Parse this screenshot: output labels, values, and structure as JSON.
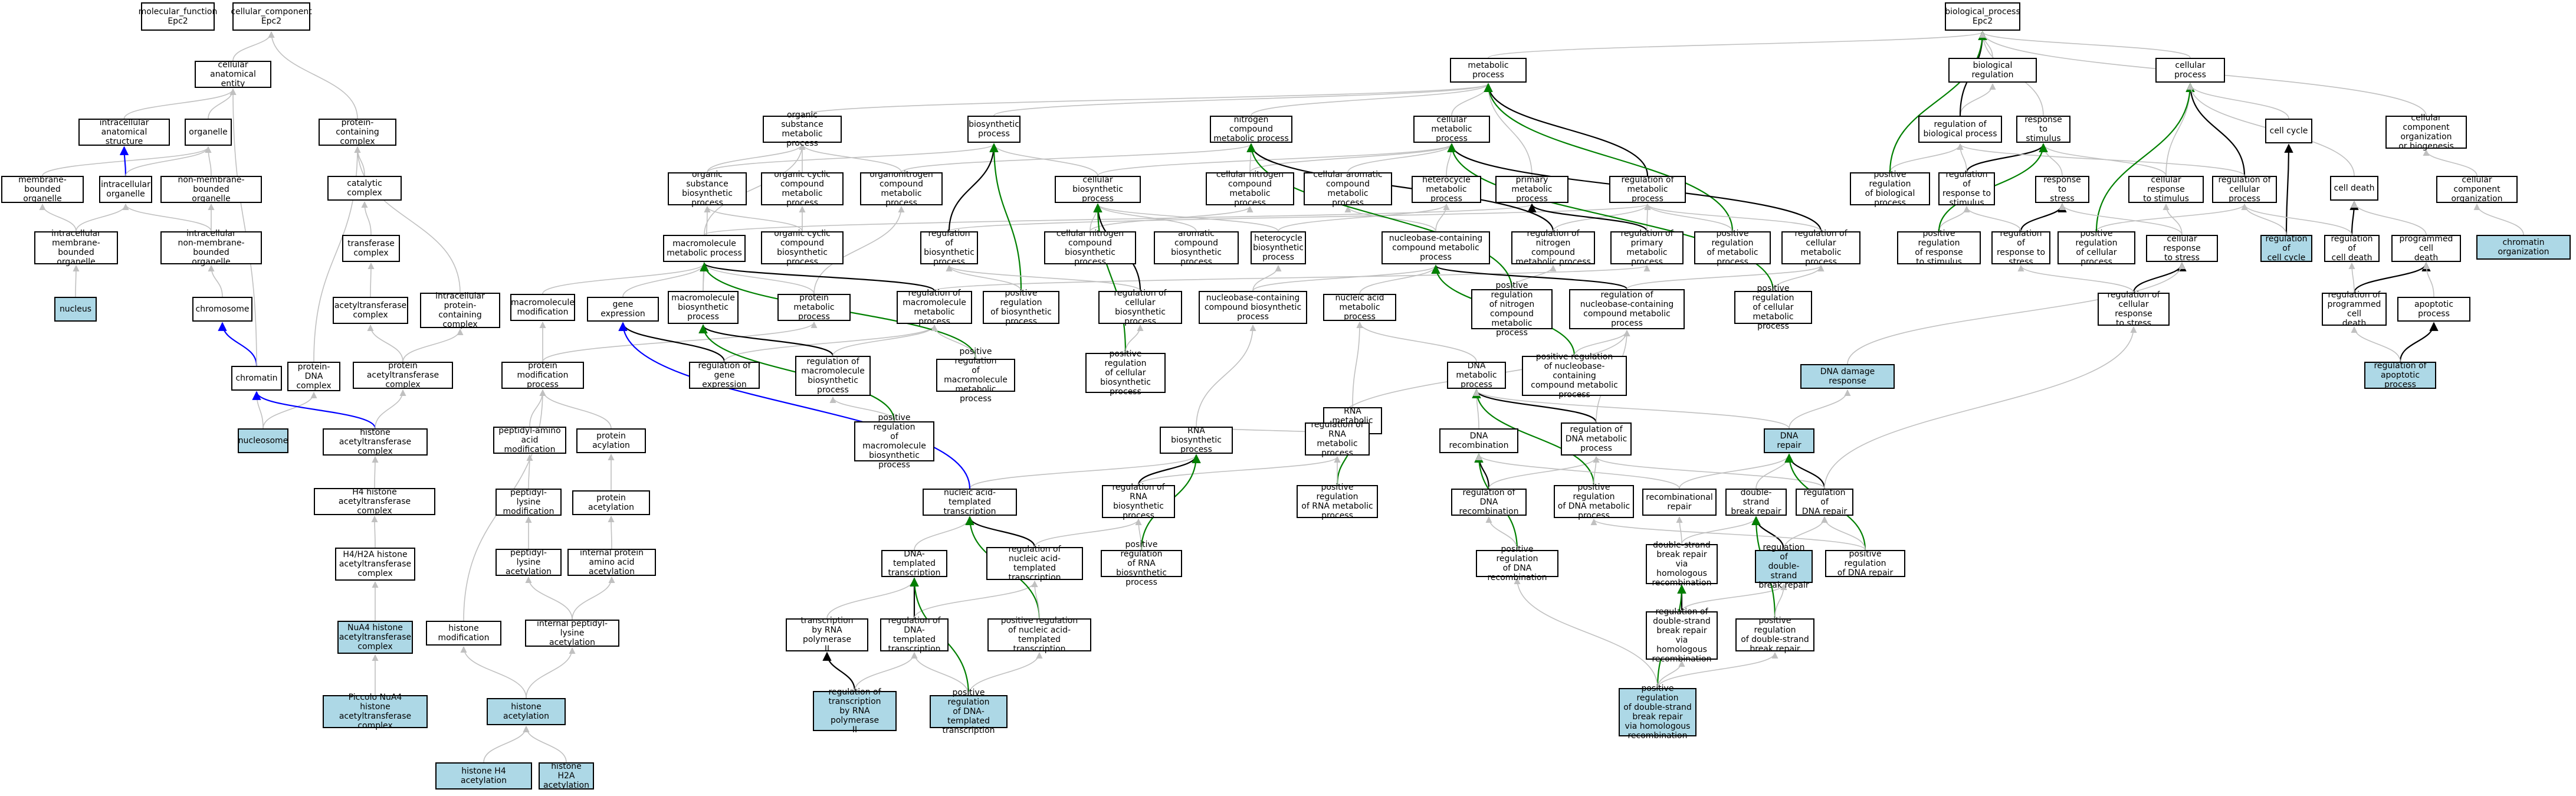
{
  "colors": {
    "highlight": "#add8e6",
    "edge_gray": "#c0c0c0",
    "edge_black": "#000000",
    "edge_blue": "#0000ff",
    "edge_green": "#008000"
  },
  "nodes": {
    "mf": "molecular_function\nEpc2",
    "cc": "cellular_component\nEpc2",
    "bp": "biological_process\nEpc2",
    "cae": "cellular anatomical\nentity",
    "iasx": "intracellular\nanatomical structure",
    "org": "organelle",
    "mbo": "membrane-bounded\norganelle",
    "io": "intracellular\norganelle",
    "nmbo": "non-membrane-bounded\norganelle",
    "imbo": "intracellular\nmembrane-bounded\norganelle",
    "inmbo": "intracellular\nnon-membrane-bounded\norganelle",
    "nucleus": "nucleus",
    "chromosome": "chromosome",
    "chromatin": "chromatin",
    "nucleosome": "nucleosome",
    "pcc": "protein-containing\ncomplex",
    "catc": "catalytic complex",
    "trc": "transferase\ncomplex",
    "actc": "acetyltransferase\ncomplex",
    "ipcc": "intracellular\nprotein-containing\ncomplex",
    "pdna": "protein-DNA\ncomplex",
    "patc": "protein acetyltransferase\ncomplex",
    "hatc": "histone acetyltransferase\ncomplex",
    "h4hatc": "H4 histone acetyltransferase\ncomplex",
    "h4h2a": "H4/H2A histone\nacetyltransferase\ncomplex",
    "nua4": "NuA4 histone\nacetyltransferase\ncomplex",
    "piccolo": "Piccolo NuA4\nhistone acetyltransferase\ncomplex",
    "metab": "metabolic process",
    "osmp": "organic substance\nmetabolic process",
    "biosyn": "biosynthetic\nprocess",
    "ncmp": "nitrogen compound\nmetabolic process",
    "cmp": "cellular metabolic\nprocess",
    "osbp": "organic substance\nbiosynthetic\nprocess",
    "occmp": "organic cyclic\ncompound metabolic\nprocess",
    "onmp": "organonitrogen\ncompound metabolic\nprocess",
    "cbp": "cellular biosynthetic\nprocess",
    "cncbp_top": "cellular nitrogen\ncompound metabolic\nprocess",
    "cacmp": "cellular aromatic\ncompound metabolic\nprocess",
    "hetmp": "heterocycle\nmetabolic process",
    "pmp": "primary metabolic\nprocess",
    "regmp": "regulation of\nmetabolic process",
    "mmp": "macromolecule\nmetabolic process",
    "occbp": "organic cyclic\ncompound biosynthetic\nprocess",
    "regbp": "regulation of\nbiosynthetic\nprocess",
    "cncbp": "cellular nitrogen\ncompound biosynthetic\nprocess",
    "acbp": "aromatic compound\nbiosynthetic\nprocess",
    "hetbp": "heterocycle\nbiosynthetic\nprocess",
    "ncmp2": "nucleobase-containing\ncompound metabolic\nprocess",
    "regncmp": "regulation of\nnitrogen compound\nmetabolic process",
    "regpmp": "regulation of\nprimary metabolic\nprocess",
    "posmp": "positive regulation\nof metabolic\nprocess",
    "regcmp": "regulation of\ncellular metabolic\nprocess",
    "macmod": "macromolecule\nmodification",
    "geneexp": "gene expression",
    "macbp": "macromolecule\nbiosynthetic\nprocess",
    "protmp": "protein metabolic\nprocess",
    "regmmp": "regulation of\nmacromolecule\nmetabolic process",
    "posbp": "positive regulation\nof biosynthetic\nprocess",
    "regcbp": "regulation of\ncellular biosynthetic\nprocess",
    "ncbp": "nucleobase-containing\ncompound biosynthetic\nprocess",
    "namp": "nucleic acid\nmetabolic process",
    "posncmp": "positive regulation\nof nitrogen\ncompound metabolic\nprocess",
    "regnucmp": "regulation of\nnucleobase-containing\ncompound metabolic\nprocess",
    "poscmp": "positive regulation\nof cellular\nmetabolic process",
    "protmod": "protein modification\nprocess",
    "reggene": "regulation of\ngene expression",
    "regmacbp": "regulation of\nmacromolecule\nbiosynthetic\nprocess",
    "posmmp": "positive regulation\nof macromolecule\nmetabolic process",
    "poscbp": "positive regulation\nof cellular\nbiosynthetic\nprocess",
    "rnamp": "RNA metabolic\nprocess",
    "dnamp": "DNA metabolic\nprocess",
    "posnucmp": "positive regulation\nof nucleobase-containing\ncompound metabolic\nprocess",
    "pmacbp": "positive regulation\nof macromolecule\nbiosynthetic\nprocess",
    "paamod": "peptidyl-amino\nacid modification",
    "protacyl": "protein acylation",
    "rnabp": "RNA biosynthetic\nprocess",
    "regrnamp": "regulation of\nRNA metabolic\nprocess",
    "dnarec": "DNA recombination",
    "regdnamp": "regulation of\nDNA metabolic\nprocess",
    "plysmod": "peptidyl-lysine\nmodification",
    "protacet": "protein acetylation",
    "natt": "nucleic acid-templated\ntranscription",
    "regrnabp": "regulation of\nRNA biosynthetic\nprocess",
    "posrnamp": "positive regulation\nof RNA metabolic\nprocess",
    "regdnarec": "regulation of\nDNA recombination",
    "posdnamp": "positive regulation\nof DNA metabolic\nprocess",
    "plysacet": "peptidyl-lysine\nacetylation",
    "intprot": "internal protein\namino acid acetylation",
    "dnatt": "DNA-templated\ntranscription",
    "regnatt": "regulation of\nnucleic acid-templated\ntranscription",
    "posrnabp": "positive regulation\nof RNA biosynthetic\nprocess",
    "posdnarec": "positive regulation\nof DNA recombination",
    "histmod": "histone modification",
    "intplys": "internal peptidyl-lysine\nacetylation",
    "trpol2": "transcription\nby RNA polymerase\nII",
    "regdnatt": "regulation of\nDNA-templated\ntranscription",
    "posnatt": "positive regulation\nof nucleic acid-templated\ntranscription",
    "histacet": "histone acetylation",
    "regtrpol2": "regulation of\ntranscription\nby RNA polymerase\nII",
    "posdnatt": "positive regulation\nof DNA-templated\ntranscription",
    "h4acet": "histone H4 acetylation",
    "h2aacet": "histone H2A\nacetylation",
    "bioreg": "biological regulation",
    "regbio": "regulation of\nbiological process",
    "respstim": "response to\nstimulus",
    "cellproc": "cellular process",
    "posbio": "positive regulation\nof biological\nprocess",
    "regresp": "regulation of\nresponse to\nstimulus",
    "respstress": "response to\nstress",
    "cellresp": "cellular response\nto stimulus",
    "regcell": "regulation of\ncellular process",
    "cellcycle": "cell cycle",
    "ccob": "cellular component\norganization\nor biogenesis",
    "ccorg": "cellular component\norganization",
    "posresp": "positive regulation\nof response\nto stimulus",
    "regrespstress": "regulation of\nresponse to\nstress",
    "poscell": "positive regulation\nof cellular\nprocess",
    "cellrespstress": "cellular response\nto stress",
    "regcellcycle": "regulation of\ncell cycle",
    "celldeath": "cell death",
    "chromorg": "chromatin organization",
    "regcellresp": "regulation of\ncellular response\nto stress",
    "regcd": "regulation of\ncell death",
    "pcd": "programmed cell\ndeath",
    "regpcd": "regulation of\nprogrammed cell\ndeath",
    "apop": "apoptotic process",
    "regapop": "regulation of\napoptotic process",
    "dnadmg": "DNA damage response",
    "dnarep": "DNA repair",
    "recrep": "recombinational\nrepair",
    "dsbr": "double-strand\nbreak repair",
    "regdnarep": "regulation of\nDNA repair",
    "dsbrhr": "double-strand\nbreak repair\nvia homologous\nrecombination",
    "regdsbr": "regulation of\ndouble-strand\nbreak repair",
    "posdnarep": "positive regulation\nof DNA repair",
    "regdsbrhr": "regulation of\ndouble-strand\nbreak repair\nvia homologous\nrecombination",
    "posdsbr": "positive regulation\nof double-strand\nbreak repair",
    "posdsbrhr": "positive regulation\nof double-strand\nbreak repair\nvia homologous\nrecombination"
  }
}
